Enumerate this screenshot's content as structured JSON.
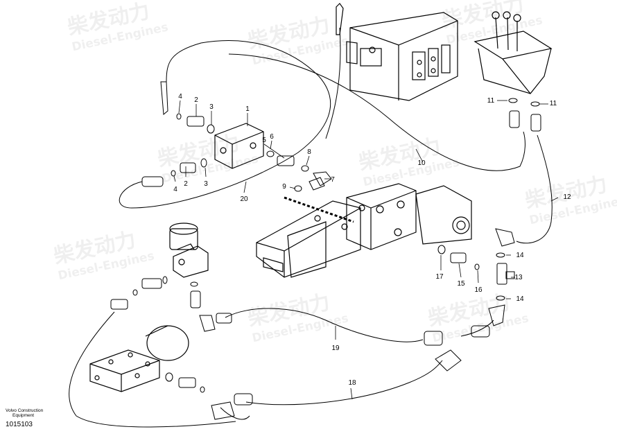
{
  "footer": {
    "brand_line1": "Volvo Construction",
    "brand_line2": "Equipment",
    "drawing_number": "1015103"
  },
  "watermark": {
    "brand_cn": "柴发动力",
    "brand_en": "Diesel-Engines"
  },
  "callouts": [
    "1",
    "2",
    "3",
    "4",
    "2",
    "3",
    "4",
    "5",
    "6",
    "7",
    "8",
    "9",
    "10",
    "11",
    "11",
    "12",
    "13",
    "14",
    "14",
    "15",
    "16",
    "17",
    "18",
    "19",
    "20"
  ]
}
